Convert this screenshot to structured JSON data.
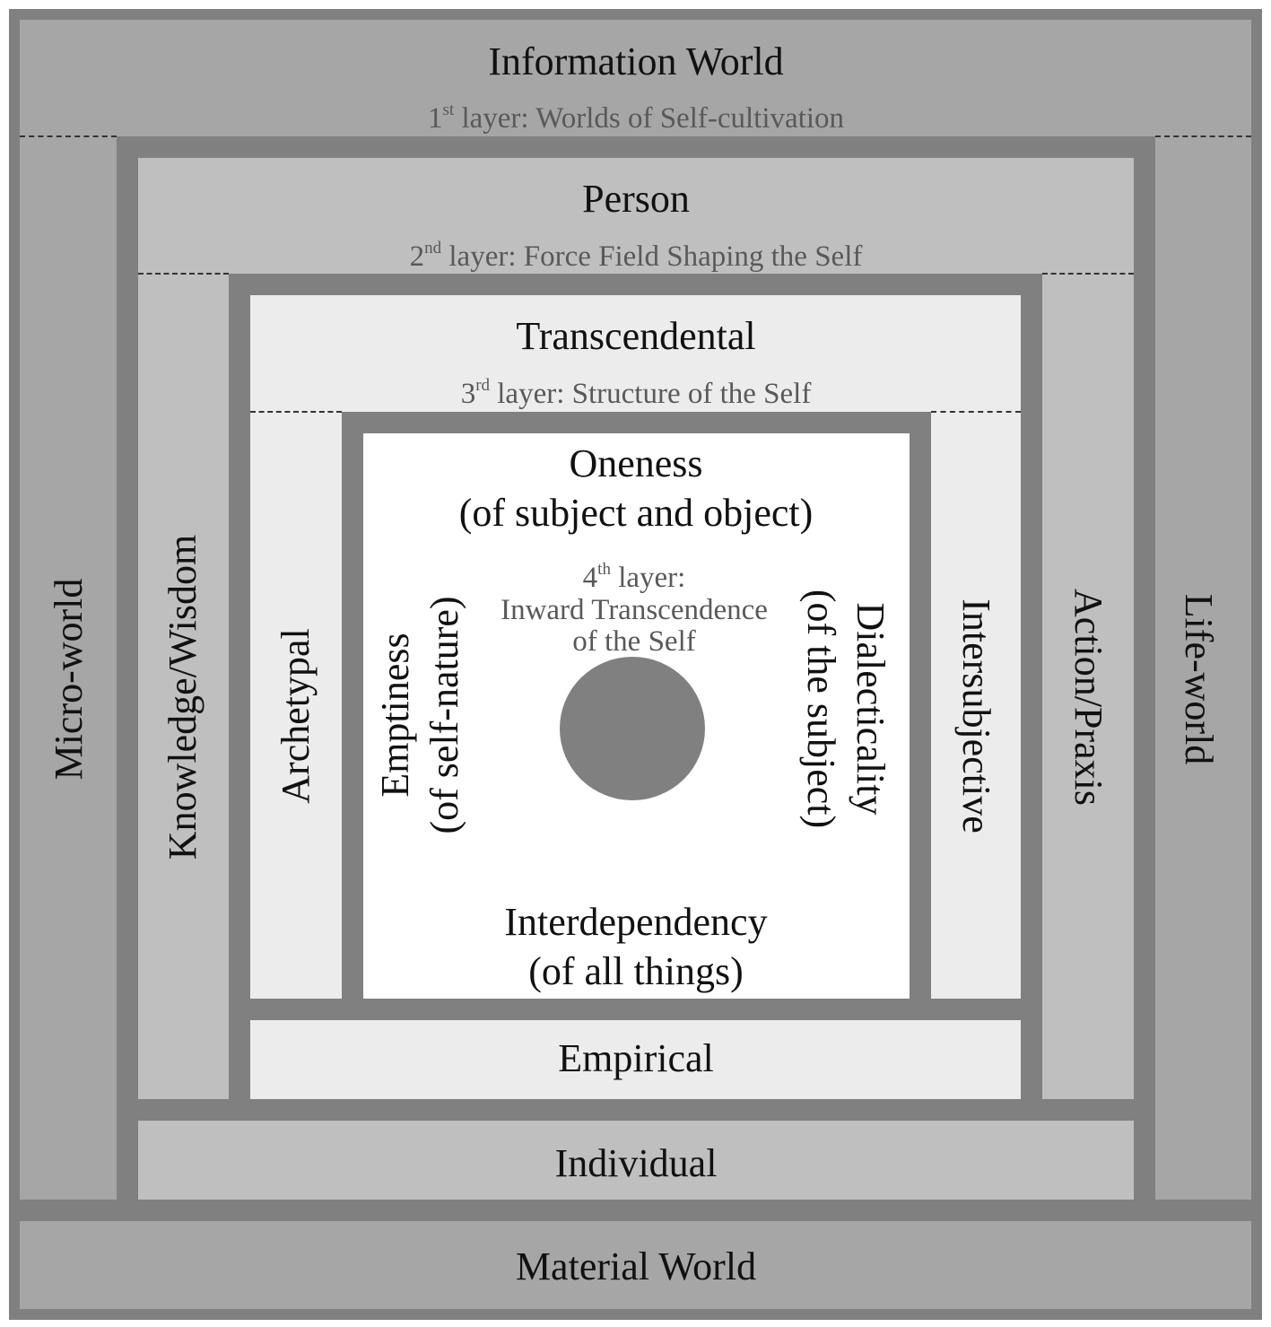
{
  "layers": {
    "outer": {
      "top": "Information World",
      "bottom": "Material World",
      "left": "Micro-world",
      "right": "Life-world",
      "subtitle_ordinal": "1",
      "subtitle_sup": "st",
      "subtitle_text": " layer: Worlds of Self-cultivation"
    },
    "second": {
      "top": "Person",
      "bottom": "Individual",
      "left": "Knowledge/Wisdom",
      "right": "Action/Praxis",
      "subtitle_ordinal": "2",
      "subtitle_sup": "nd",
      "subtitle_text": " layer: Force Field Shaping the Self"
    },
    "third": {
      "top": "Transcendental",
      "bottom": "Empirical",
      "left": "Archetypal",
      "right": "Intersubjective",
      "subtitle_ordinal": "3",
      "subtitle_sup": "rd",
      "subtitle_text": " layer: Structure of the Self"
    },
    "fourth": {
      "top_line1": "Oneness",
      "top_line2": "(of subject and object)",
      "bottom_line1": "Interdependency",
      "bottom_line2": "(of all things)",
      "left_line1": "Emptiness",
      "left_line2": "(of self-nature)",
      "right_line1": "Dialecticality",
      "right_line2": "(of the subject)",
      "subtitle_ordinal": "4",
      "subtitle_sup": "th",
      "subtitle_line1_rest": " layer:",
      "subtitle_line2": "Inward Transcendence",
      "subtitle_line3": "of the Self"
    }
  },
  "colors": {
    "frame": "#808080",
    "layer1": "#a6a6a6",
    "layer2": "#bfbfbf",
    "layer3": "#ececec",
    "core": "#ffffff",
    "center_dot": "#808080"
  }
}
